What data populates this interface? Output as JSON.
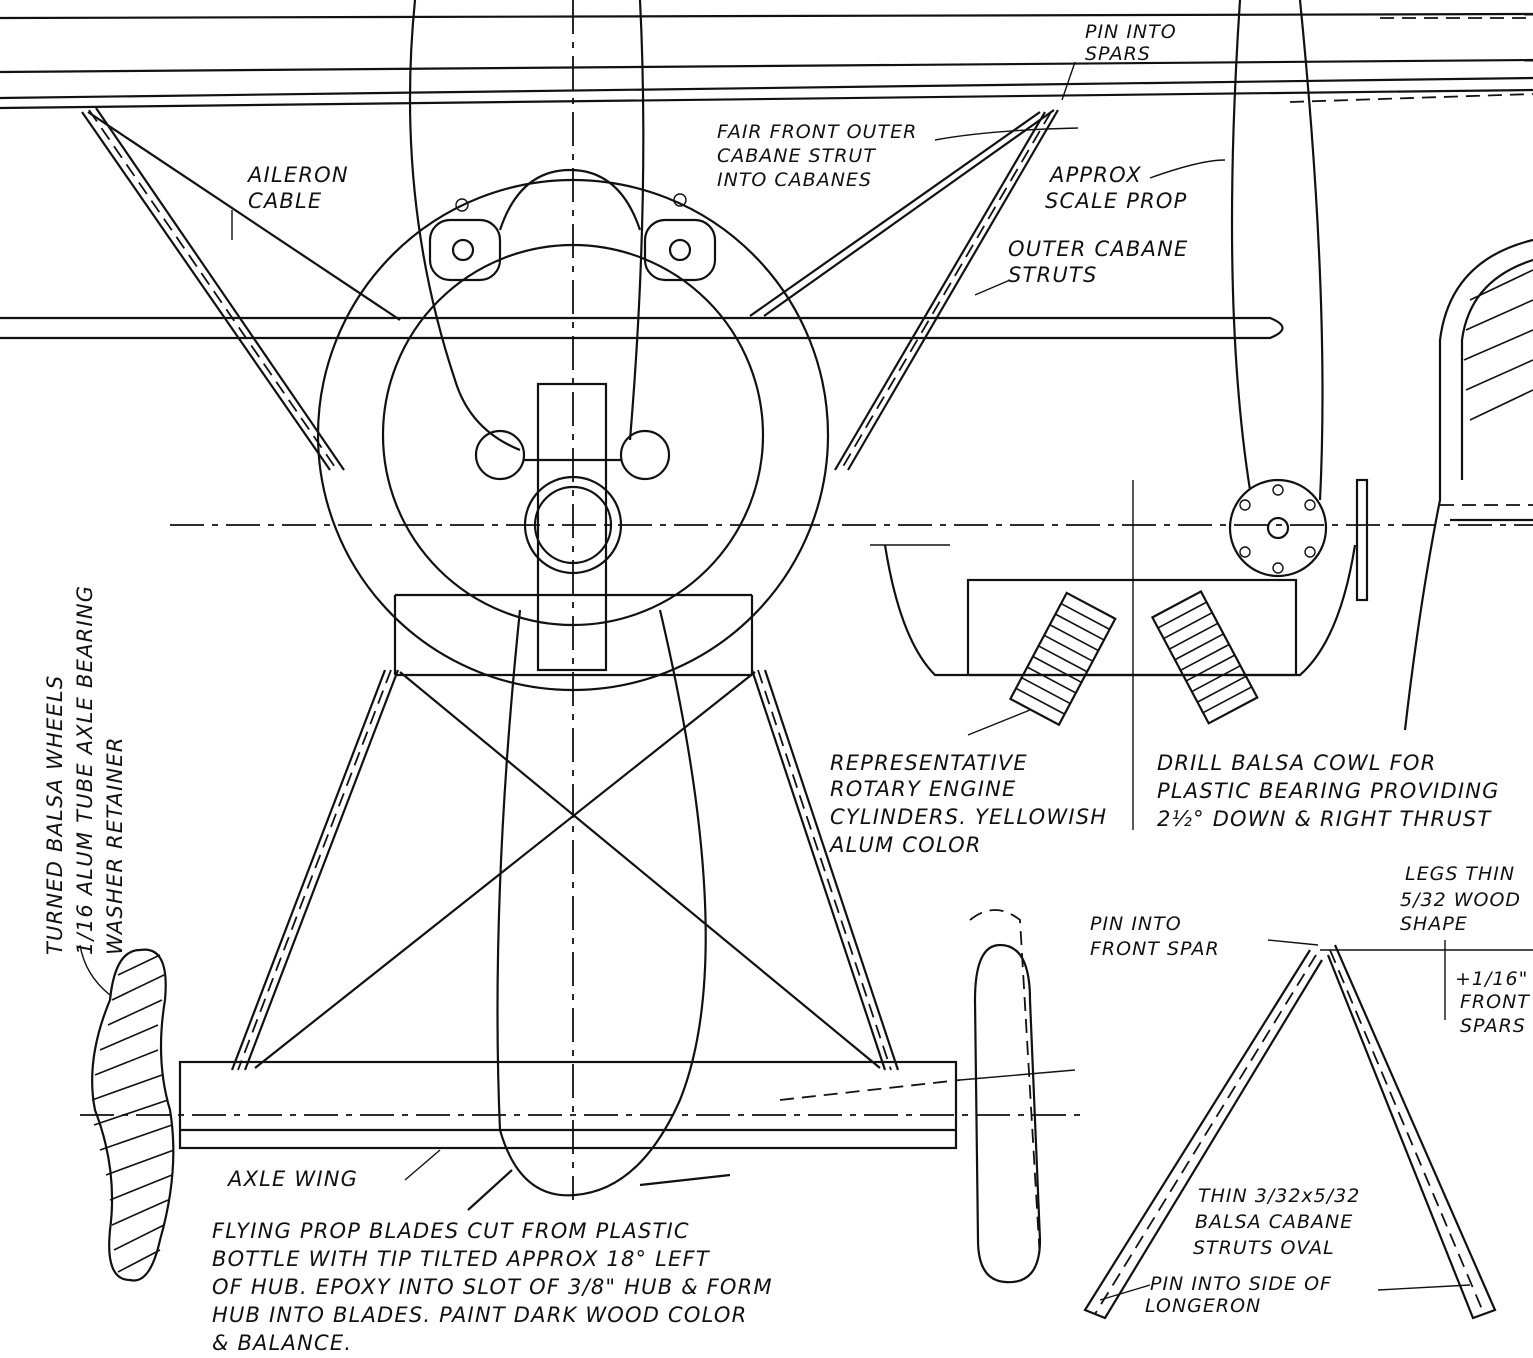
{
  "labels": {
    "pin_into_spars": [
      "PIN INTO",
      "SPARS"
    ],
    "fair_front_outer": [
      "FAIR FRONT OUTER",
      "CABANE STRUT",
      "INTO CABANES"
    ],
    "aileron_cable": [
      "AILERON",
      "CABLE"
    ],
    "approx_scale_prop": [
      "APPROX",
      "SCALE PROP"
    ],
    "outer_cabane_struts": [
      "OUTER CABANE",
      "STRUTS"
    ],
    "turned_balsa_wheels": [
      "TURNED BALSA WHEELS",
      "1/16 ALUM TUBE AXLE BEARING",
      "WASHER RETAINER"
    ],
    "representative_engine": [
      "REPRESENTATIVE",
      "ROTARY ENGINE",
      "CYLINDERS. YELLOWISH",
      "ALUM COLOR"
    ],
    "drill_balsa_cowl": [
      "DRILL BALSA COWL FOR",
      "PLASTIC BEARING PROVIDING",
      "2½° DOWN & RIGHT THRUST"
    ],
    "legs_thin": [
      "LEGS THIN",
      "5/32 WOOD",
      "SHAPE"
    ],
    "pin_into_front_spar": [
      "PIN INTO",
      "FRONT SPAR"
    ],
    "sixteenth_front_spars": [
      "+1/16\"",
      "FRONT",
      "SPARS"
    ],
    "axle_wing": "AXLE WING",
    "flying_prop": [
      "FLYING PROP BLADES CUT FROM PLASTIC",
      "BOTTLE WITH TIP TILTED APPROX 18° LEFT",
      "OF HUB. EPOXY INTO SLOT OF 3/8\" HUB & FORM",
      "HUB INTO BLADES. PAINT DARK WOOD COLOR",
      "& BALANCE."
    ],
    "thin_cabane_struts": [
      "THIN 3/32x5/32",
      "BALSA CABANE",
      "STRUTS OVAL"
    ],
    "pin_into_longeron": [
      "PIN INTO SIDE OF",
      "LONGERON"
    ]
  }
}
